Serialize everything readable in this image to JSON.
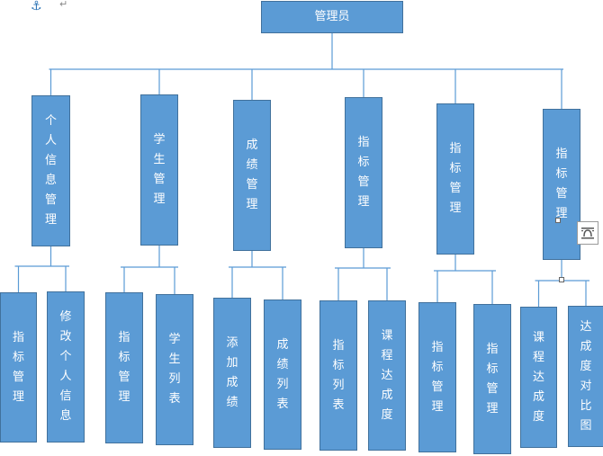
{
  "colors": {
    "box_fill": "#5b9bd5",
    "box_border": "#41719c",
    "connector": "#5b9bd5",
    "text": "#ffffff"
  },
  "root": {
    "label": "管理员"
  },
  "branches": [
    {
      "label": "个人信息管理",
      "children": [
        "指标管理",
        "修改个人信息"
      ]
    },
    {
      "label": "学生管理",
      "children": [
        "指标管理",
        "学生列表"
      ]
    },
    {
      "label": "成绩管理",
      "children": [
        "添加成绩",
        "成绩列表"
      ]
    },
    {
      "label": "指标管理",
      "children": [
        "指标列表",
        "课程达成度"
      ]
    },
    {
      "label": "指标管理",
      "children": [
        "指标管理",
        "指标管理"
      ]
    },
    {
      "label": "指标管理",
      "children": [
        "课程达成度",
        "达成度对比图"
      ]
    }
  ],
  "icons": {
    "anchor": "anchor-icon",
    "layout_options": "layout-options-icon",
    "paragraph_mark": "paragraph-mark-icon"
  }
}
